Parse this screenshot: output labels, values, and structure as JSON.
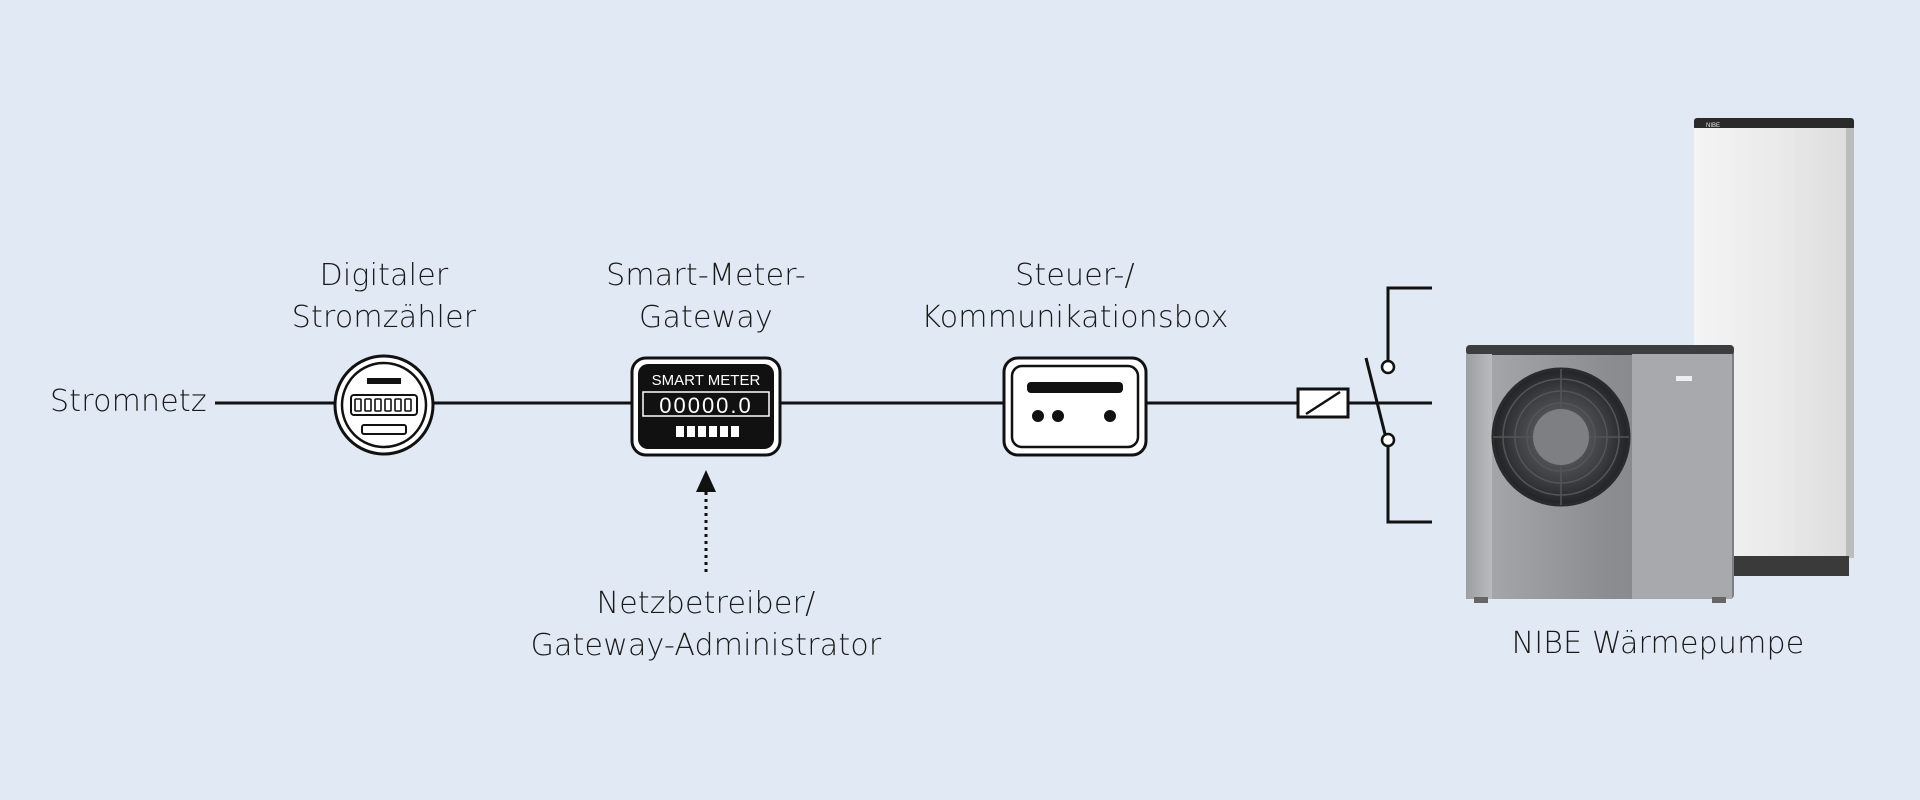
{
  "labels": {
    "grid": "Stromnetz",
    "digital_meter": [
      "Digitaler",
      "Stromzähler"
    ],
    "smart_meter_gateway": [
      "Smart-Meter-",
      "Gateway"
    ],
    "control_box": [
      "Steuer-/",
      "Kommunikationsbox"
    ],
    "operator": [
      "Netzbetreiber/",
      "Gateway-Administrator"
    ],
    "heat_pump": "NIBE Wärmepumpe"
  },
  "smart_meter_device": {
    "header": "SMART METER",
    "reading": "00000.0"
  },
  "heat_pump_brand": "NIBE",
  "colors": {
    "background": "#e1e9f4",
    "line": "#111111",
    "device_dark": "#111111",
    "unit_grey": "#8e9093",
    "unit_light": "#eeeeee"
  }
}
